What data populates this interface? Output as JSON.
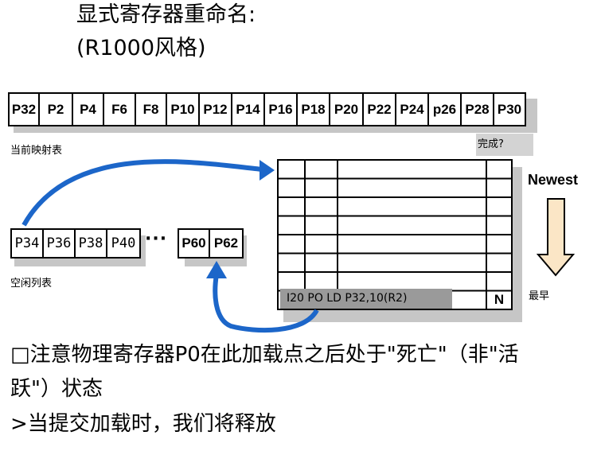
{
  "title": {
    "line1": "显式寄存器重命名:",
    "line2": "(R1000风格)"
  },
  "map_table": {
    "label": "当前映射表",
    "cells": [
      "P32",
      "P2",
      "P4",
      "F6",
      "F8",
      "P10",
      "P12",
      "P14",
      "P16",
      "P18",
      "P20",
      "P22",
      "P24",
      "p26",
      "P28",
      "P30"
    ]
  },
  "rob": {
    "complete_label": "完成?",
    "newest_label": "Newest",
    "oldest_label": "最早",
    "entry_text": "I20 PO LD P32,10(R2)",
    "done_flag": "N",
    "rows": 8
  },
  "free_list": {
    "label": "空闲列表",
    "cells_left": [
      "P34",
      "P36",
      "P38",
      "P40"
    ],
    "ellipsis": "···",
    "cells_right": [
      "P60",
      "P62"
    ]
  },
  "body": {
    "line1": "□注意物理寄存器P0在此加载点之后处于\"死亡\"（非\"活",
    "line2": "跃\"）状态",
    "line3": ">当提交加载时，我们将释放"
  },
  "colors": {
    "arrow_blue": "#1c66c9",
    "down_arrow_fill": "#fbe6c6",
    "shadow": "#c6c6c6",
    "entry_bg": "#9a9a9a"
  }
}
